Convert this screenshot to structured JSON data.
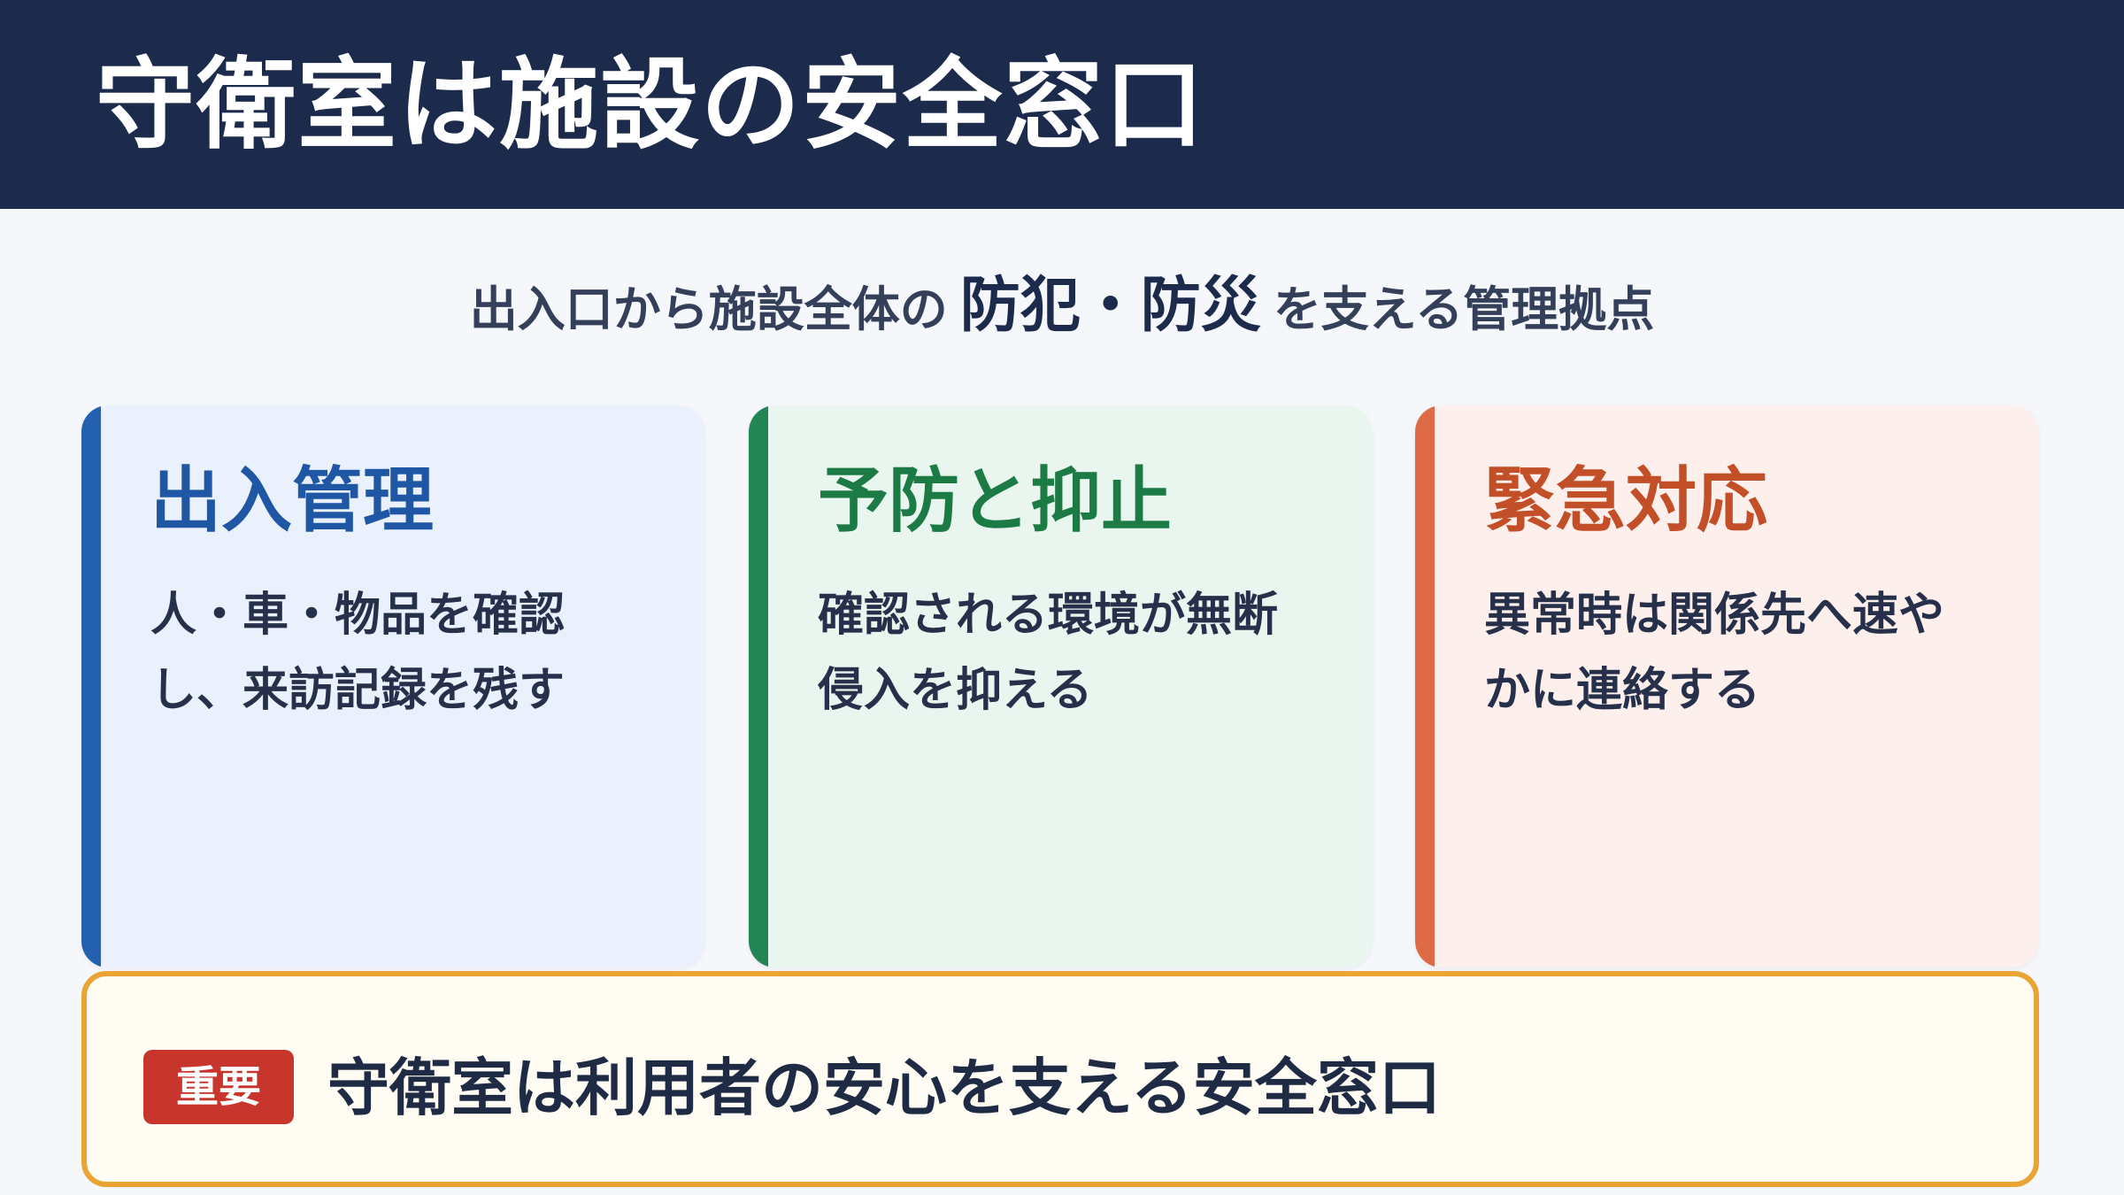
{
  "header": {
    "title": "守衛室は施設の安全窓口"
  },
  "subtitle": {
    "prefix": "出入口から施設全体の",
    "emphasis": "防犯・防災",
    "suffix": "を支える管理拠点"
  },
  "cards": [
    {
      "title": "出入管理",
      "body_lines": [
        "人・車・物品を確認",
        "し、来訪記録を残す"
      ],
      "accent_color": "#2360b0"
    },
    {
      "title": "予防と抑止",
      "body_lines": [
        "確認される環境が無断",
        "侵入を抑える"
      ],
      "accent_color": "#238554"
    },
    {
      "title": "緊急対応",
      "body_lines": [
        "異常時は関係先へ速や",
        "かに連絡する"
      ],
      "accent_color": "#de6b46"
    }
  ],
  "important": {
    "badge": "重要",
    "text": "守衛室は利用者の安心を支える安全窓口",
    "border_color": "#eaa433",
    "badge_color": "#c7352d"
  },
  "colors": {
    "header_background": "#1c2a4b",
    "page_background": "#f5f7fb"
  }
}
